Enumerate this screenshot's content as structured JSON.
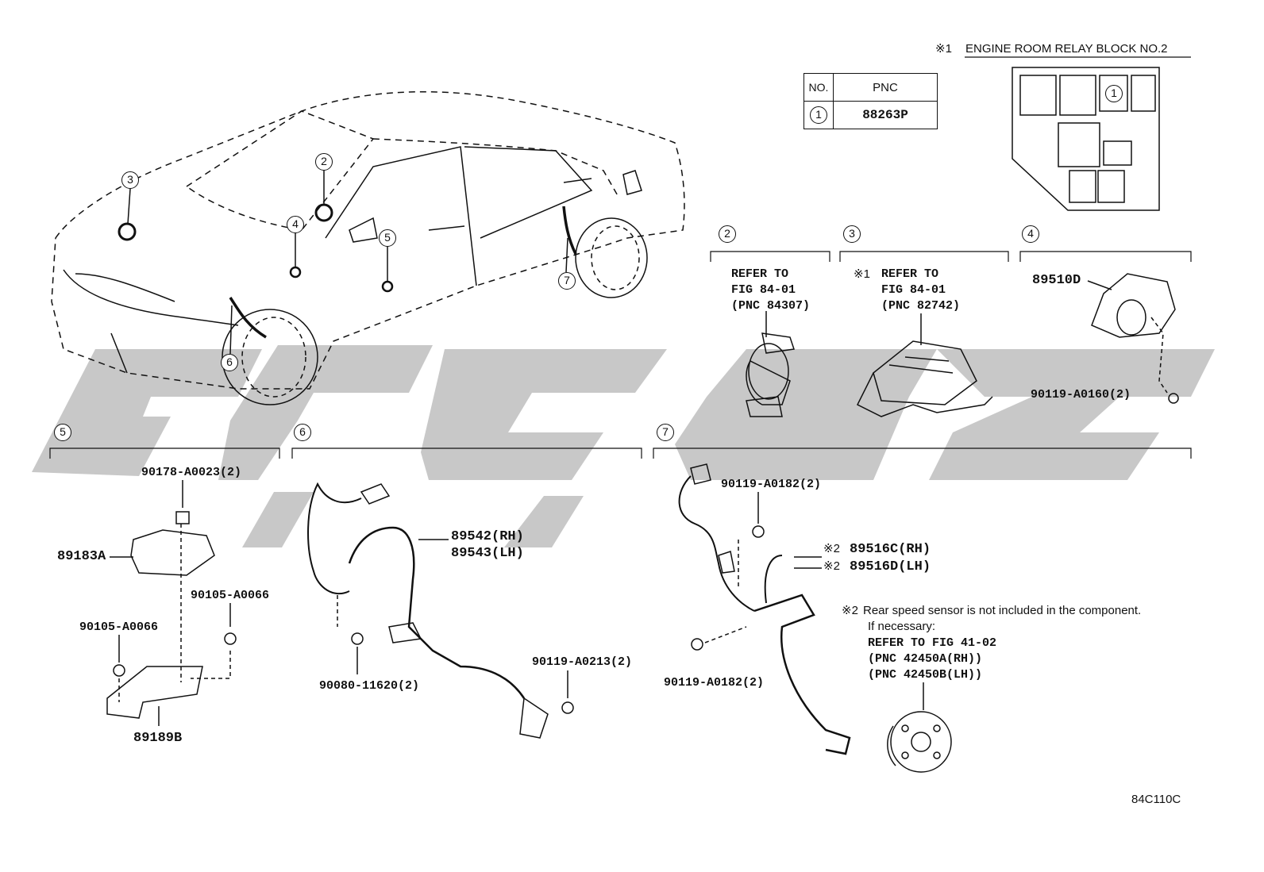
{
  "header": {
    "note_mark": "※1",
    "note_text": "ENGINE ROOM RELAY BLOCK NO.2"
  },
  "table": {
    "col_no": "NO.",
    "col_pnc": "PNC",
    "row_no": "1",
    "row_pnc": "88263P"
  },
  "relay_block": {
    "marker": "1"
  },
  "car_callouts": [
    "3",
    "2",
    "4",
    "5",
    "6",
    "7"
  ],
  "sections": {
    "s2": {
      "num": "2",
      "ref_line1": "REFER TO",
      "ref_line2": "FIG 84-01",
      "ref_line3": "(PNC 84307)"
    },
    "s3": {
      "num": "3",
      "mark": "※1",
      "ref_line1": "REFER TO",
      "ref_line2": "FIG 84-01",
      "ref_line3": "(PNC 82742)"
    },
    "s4": {
      "num": "4",
      "part_main": "89510D",
      "part_bolt": "90119-A0160(2)"
    },
    "s5": {
      "num": "5",
      "p_top_bolt": "90178-A0023(2)",
      "p_sensor": "89183A",
      "p_bolt_right": "90105-A0066",
      "p_bolt_left": "90105-A0066",
      "p_bracket": "89189B"
    },
    "s6": {
      "num": "6",
      "p_rh": "89542(RH)",
      "p_lh": "89543(LH)",
      "p_bolt_lower": "90080-11620(2)",
      "p_bolt_right": "90119-A0213(2)"
    },
    "s7": {
      "num": "7",
      "p_bolt_top": "90119-A0182(2)",
      "mark": "※2",
      "p_rh": "89516C(RH)",
      "p_lh": "89516D(LH)",
      "p_bolt_lower": "90119-A0182(2)",
      "note_line1": "Rear speed sensor is not included in the component.",
      "note_line2": "If necessary:",
      "ref_line1": "REFER TO FIG 41-02",
      "ref_line2": "(PNC 42450A(RH))",
      "ref_line3": "(PNC 42450B(LH))"
    }
  },
  "footer": {
    "code": "84C110C"
  },
  "colors": {
    "line": "#111111",
    "watermark": "#c8c8c8"
  }
}
